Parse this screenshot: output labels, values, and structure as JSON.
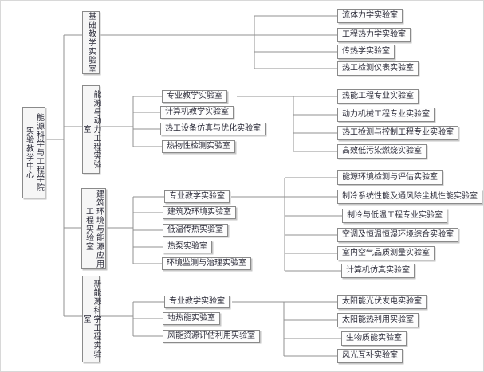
{
  "diagram": {
    "root": {
      "col1": "能源科学与工程学院",
      "col2": "实验教学中心"
    },
    "b1": {
      "label": "基础教学实验室",
      "leaves": [
        "流体力学实验室",
        "工程热力学实验室",
        "传热学实验室",
        "热工检测仪表实验室"
      ]
    },
    "b2": {
      "label": "能源与动力工程实验室",
      "mid": [
        "专业教学实验室",
        "计算机教学实验室",
        "热工设备仿真与优化实验室",
        "热物性检测实验室"
      ],
      "leaves": [
        "热能工程专业实验室",
        "动力机械工程专业实验室",
        "热工检测与控制工程专业实验室",
        "高效低污染燃烧实验室"
      ]
    },
    "b3": {
      "label_col1": "建筑环境与能源应用",
      "label_col2": "工程实验室",
      "mid": [
        "专业教学实验室",
        "建筑及环境实验室",
        "低温传热实验室",
        "热泵实验室",
        "环境监测与治理实验室"
      ],
      "leaves": [
        "能源环境检测与评估实验室",
        "制冷系统性能及通风除尘机性能实验室",
        "制冷与低温工程专业实验室",
        "空调及恒温恒湿环境综合实验室",
        "室内空气品质测量实验室",
        "计算机仿真实验室"
      ]
    },
    "b4": {
      "label": "新能源科学工程实验室",
      "mid": [
        "专业教学实验室",
        "地热能实验室",
        "风能资源评估利用实验室"
      ],
      "leaves": [
        "太阳能光伏发电实验室",
        "太阳能热利用实验室",
        "生物质能实验室",
        "风光互补实验室"
      ]
    },
    "colors": {
      "line": "#909090",
      "box_border": "#8a8a8a",
      "box_fill": "#fdfdfd",
      "text": "#2a2a38"
    }
  }
}
